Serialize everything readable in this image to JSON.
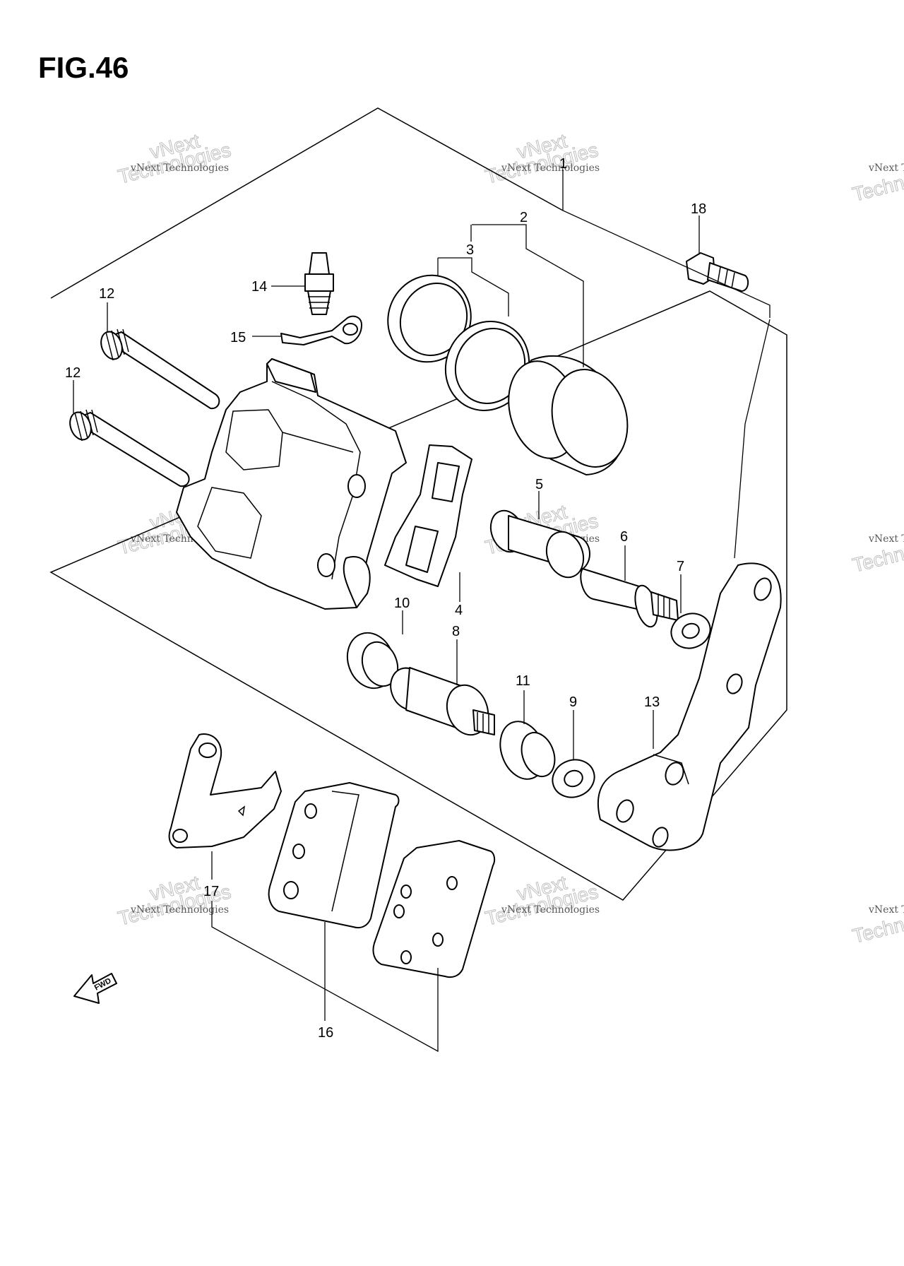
{
  "figure": {
    "title": "FIG.46"
  },
  "watermark": {
    "line1": "vNext Technologies",
    "line2": "vNext",
    "line3": "Technologies"
  },
  "fwd_label": "FWD",
  "callouts": [
    "1",
    "2",
    "3",
    "4",
    "5",
    "6",
    "7",
    "8",
    "9",
    "10",
    "11",
    "12",
    "12",
    "13",
    "14",
    "15",
    "16",
    "17",
    "18"
  ]
}
